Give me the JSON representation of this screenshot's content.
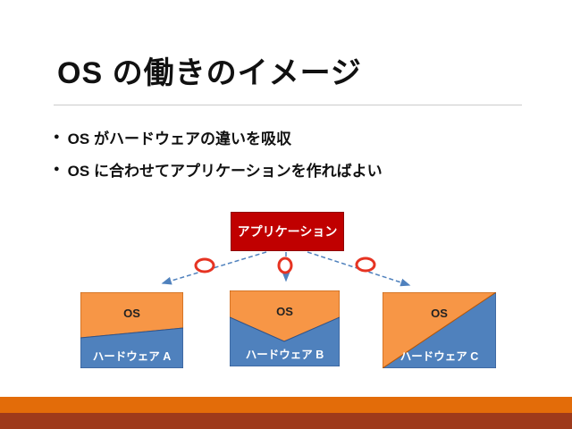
{
  "slide": {
    "title": "OS の働きのイメージ",
    "bullet_marker": "●",
    "bullets": [
      "OS がハードウェアの違いを吸収",
      "OS に合わせてアプリケーションを作ればよい"
    ],
    "diagram": {
      "app_label": "アプリケーション",
      "machines": [
        {
          "os": "OS",
          "hw": "ハードウェア A"
        },
        {
          "os": "OS",
          "hw": "ハードウェア B"
        },
        {
          "os": "OS",
          "hw": "ハードウェア C"
        }
      ]
    },
    "colors": {
      "app_red": "#c00000",
      "os_orange": "#f79646",
      "hw_blue": "#4f81bd",
      "arrow_blue": "#4f81bd",
      "ring_red": "#e63322",
      "band_orange": "#e36c09",
      "band_maroon": "#9e3a1b"
    }
  }
}
